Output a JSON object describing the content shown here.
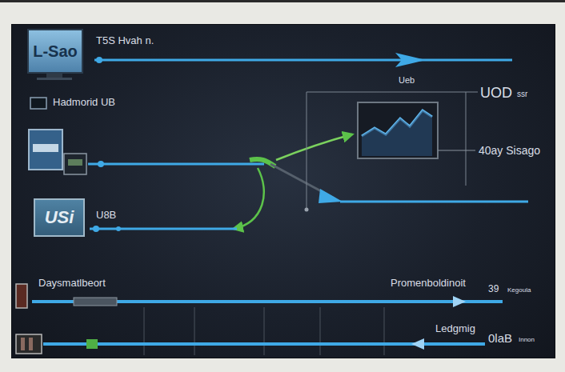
{
  "diagram": {
    "nodes": [
      {
        "text": [
          "L-Sao"
        ]
      },
      {
        "text": [
          "USi"
        ]
      }
    ],
    "labels": [
      "T5S Hvah n.",
      "Ueb",
      "UOD",
      "ssr",
      "Hadmorid UB",
      "40ay Sisago",
      "U8B",
      "Daysmatlbeort",
      "Promenboldinoit",
      "39",
      "Kegoula",
      "Ledgmig",
      "0laB",
      "Innon"
    ]
  }
}
